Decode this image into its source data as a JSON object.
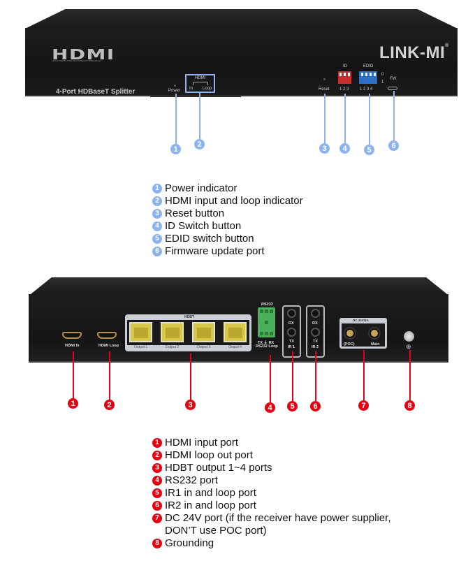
{
  "front": {
    "logo": "HDMI",
    "logo_tagline": "HIGH-DEFINITION MULTIMEDIA INTERFACE",
    "model": "4-Port HDBaseT Splitter",
    "brand": "LINK-MI",
    "brand_mark": "®",
    "labels": {
      "power": "Power",
      "hdmi": "HDMI",
      "in": "In",
      "loop": "Loop",
      "reset": "Reset",
      "id": "ID",
      "id_numbers": "1 2 3",
      "edid": "EDID",
      "edid_numbers": "1 2 3 4",
      "edid_state_0": "0",
      "edid_state_1": "1",
      "fw": "FW"
    },
    "callouts": [
      "1",
      "2",
      "3",
      "4",
      "5",
      "6"
    ],
    "callout_color": "#8cb3ee"
  },
  "front_legend": [
    {
      "num": "1",
      "text": "Power indicator"
    },
    {
      "num": "2",
      "text": "HDMI input and loop indicator"
    },
    {
      "num": "3",
      "text": "Reset button"
    },
    {
      "num": "4",
      "text": "ID Switch button"
    },
    {
      "num": "5",
      "text": "EDID switch button"
    },
    {
      "num": "6",
      "text": "Firmware update port"
    }
  ],
  "rear": {
    "labels": {
      "hdmi_in": "HDMI In",
      "hdmi_loop": "HDMI Loop",
      "hdbt": "HDBT",
      "outputs": [
        "Output 1",
        "Output 2",
        "Output 3",
        "Output 4"
      ],
      "rs232": "RS232",
      "rs232_pins": "TX ⏚ RX",
      "rs232_loop": "RS232 Loop",
      "rx": "RX",
      "tx": "TX",
      "ir1": "IR 1",
      "ir2": "IR 2",
      "dc": "DC 24V/2A",
      "poc": "(POC)",
      "main": "Main",
      "ground_symbol": "⊕"
    },
    "callouts": [
      "1",
      "2",
      "3",
      "4",
      "5",
      "6",
      "7",
      "8"
    ],
    "callout_color": "#e60012"
  },
  "rear_legend": [
    {
      "num": "1",
      "text": "HDMI input port"
    },
    {
      "num": "2",
      "text": "HDMI loop out port"
    },
    {
      "num": "3",
      "text": "HDBT output 1~4 ports"
    },
    {
      "num": "4",
      "text": "RS232 port"
    },
    {
      "num": "5",
      "text": "IR1 in and loop port"
    },
    {
      "num": "6",
      "text": "IR2 in and loop port"
    },
    {
      "num": "7",
      "text": "DC 24V port (if the receiver have power supplier,",
      "cont": "DON’T use POC port)"
    },
    {
      "num": "8",
      "text": "Grounding"
    }
  ]
}
